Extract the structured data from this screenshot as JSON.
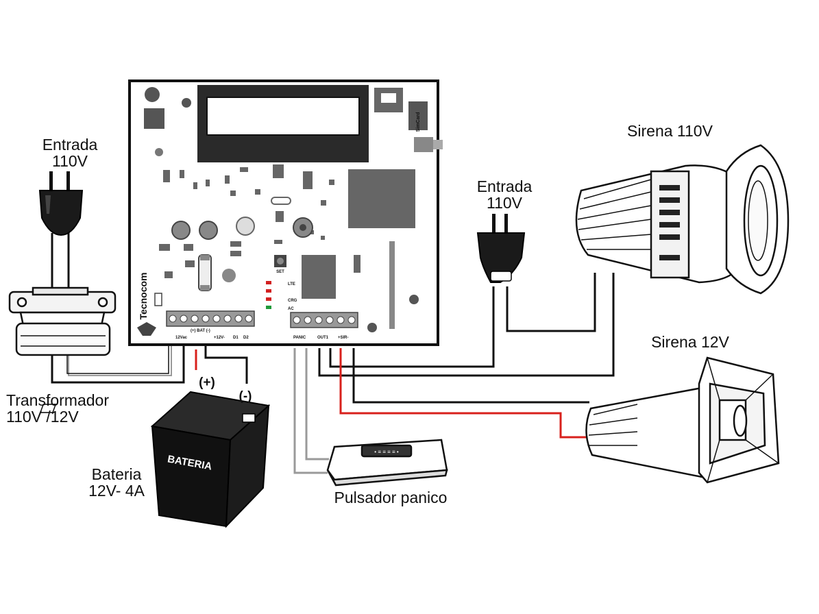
{
  "labels": {
    "entrada_left": [
      "Entrada",
      "110V"
    ],
    "entrada_right": [
      "Entrada",
      "110V"
    ],
    "sirena_110": "Sirena 110V",
    "sirena_12": "Sirena 12V",
    "transformador": [
      "Transformador",
      "110V /12V"
    ],
    "bateria": [
      "Bateria",
      "12V- 4A"
    ],
    "pulsador": "Pulsador panico",
    "battery_plus": "(+)",
    "battery_minus": "(-)",
    "battery_case": "BATERIA"
  },
  "board": {
    "brand": "Tecnocom",
    "set_button": "SET",
    "sim_card": "SimCard",
    "leds": [
      "LTE",
      "CRG",
      "AC"
    ],
    "led_colors": [
      "#d22020",
      "#d22020",
      "#d22020",
      "#1f9a3a"
    ],
    "terminals_left": [
      "12Vac",
      "(+) BAT (-)",
      "+12V-",
      "D1",
      "D2"
    ],
    "terminals_right": [
      "PANIC",
      "OUT1",
      "+SIR-"
    ]
  },
  "panic_button_text": "• ≡ ≡ ≡ ≡ •",
  "wire_colors": {
    "black": "#111111",
    "red": "#d8201c",
    "gray": "#9a9a9a"
  },
  "icons": [
    "plug-icon",
    "transformer-icon",
    "battery-icon",
    "siren-icon",
    "horn-icon",
    "panic-button-icon",
    "control-board-icon"
  ]
}
